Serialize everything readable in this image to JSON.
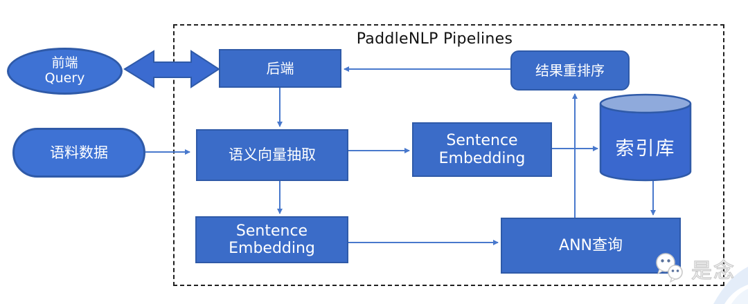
{
  "title": "PaddleNLP Pipelines",
  "nodes": {
    "frontend_query": {
      "line1": "前端",
      "line2": "Query"
    },
    "corpus_data": {
      "label": "语料数据"
    },
    "backend": {
      "label": "后端"
    },
    "rerank": {
      "label": "结果重排序"
    },
    "semantic_extract": {
      "label": "语义向量抽取"
    },
    "sentence_embedding_query": {
      "line1": "Sentence",
      "line2": "Embedding"
    },
    "sentence_embedding_corpus": {
      "label": "Sentence Embedding"
    },
    "index_store": {
      "label": "索引库"
    },
    "ann_query": {
      "label": "ANN查询"
    }
  },
  "edges": [
    {
      "from": "frontend_query",
      "to": "backend",
      "style": "thick-double-arrow"
    },
    {
      "from": "corpus_data",
      "to": "semantic_extract",
      "style": "arrow"
    },
    {
      "from": "backend",
      "to": "semantic_extract",
      "style": "arrow"
    },
    {
      "from": "rerank",
      "to": "backend",
      "style": "arrow"
    },
    {
      "from": "semantic_extract",
      "to": "sentence_embedding_query",
      "style": "arrow"
    },
    {
      "from": "sentence_embedding_query",
      "to": "index_store",
      "style": "arrow"
    },
    {
      "from": "semantic_extract",
      "to": "sentence_embedding_corpus",
      "style": "arrow"
    },
    {
      "from": "sentence_embedding_corpus",
      "to": "ann_query",
      "style": "arrow"
    },
    {
      "from": "ann_query",
      "to": "rerank",
      "style": "arrow"
    },
    {
      "from": "index_store",
      "to": "ann_query",
      "style": "arrow"
    }
  ],
  "watermark": {
    "text": "是念",
    "icon": "wechat-icon"
  },
  "colors": {
    "node_fill": "#3B6CC8",
    "ellipse_fill": "#3E72D4",
    "node_border": "#2F5AA8",
    "cylinder_top_fill": "#8FAADC",
    "arrow": "#4878CC",
    "container_border": "#1F1F1F",
    "title_text": "#111111",
    "label_text": "#FFFFFF"
  }
}
